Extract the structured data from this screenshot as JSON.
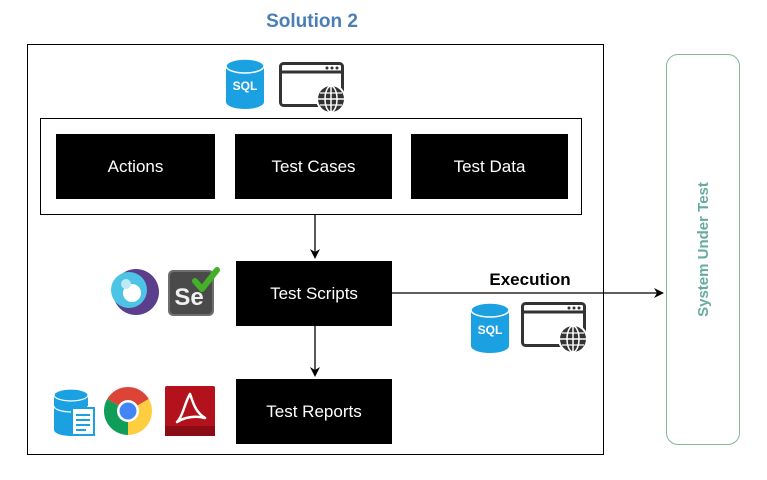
{
  "title": "Solution 2",
  "blocks": {
    "actions": "Actions",
    "test_cases": "Test Cases",
    "test_data": "Test Data",
    "test_scripts": "Test Scripts",
    "test_reports": "Test Reports"
  },
  "execution_label": "Execution",
  "system_under_test": "System Under Test",
  "icons": {
    "sql_label": "SQL",
    "selenium_label": "Se"
  },
  "colors": {
    "title": "#4a7fb5",
    "sut_border": "#82b896",
    "sut_text": "#67ab9f",
    "sql_blue": "#1ba1e2"
  }
}
